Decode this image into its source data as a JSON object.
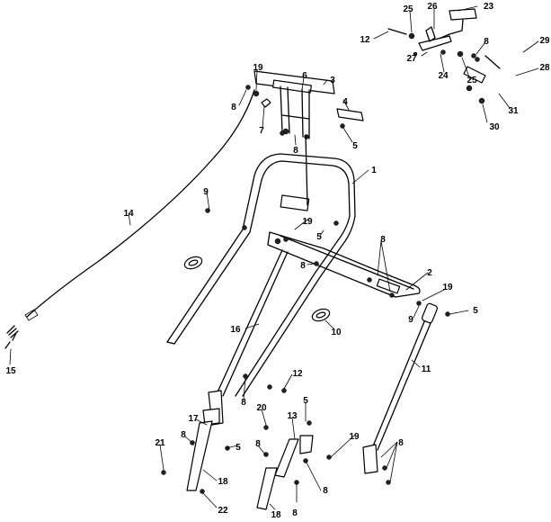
{
  "diagram": {
    "callouts": [
      {
        "id": "c23",
        "text": "23"
      },
      {
        "id": "c26a",
        "text": "26"
      },
      {
        "id": "c25a",
        "text": "25"
      },
      {
        "id": "c12a",
        "text": "12"
      },
      {
        "id": "c8a",
        "text": "8"
      },
      {
        "id": "c29",
        "text": "29"
      },
      {
        "id": "c28",
        "text": "28"
      },
      {
        "id": "c27",
        "text": "27"
      },
      {
        "id": "c24",
        "text": "24"
      },
      {
        "id": "c25b",
        "text": "25"
      },
      {
        "id": "c31",
        "text": "31"
      },
      {
        "id": "c30",
        "text": "30"
      },
      {
        "id": "c19a",
        "text": "19"
      },
      {
        "id": "c6",
        "text": "6"
      },
      {
        "id": "c3",
        "text": "3"
      },
      {
        "id": "c4",
        "text": "4"
      },
      {
        "id": "c8b",
        "text": "8"
      },
      {
        "id": "c7",
        "text": "7"
      },
      {
        "id": "c8c",
        "text": "8"
      },
      {
        "id": "c5a",
        "text": "5"
      },
      {
        "id": "c1",
        "text": "1"
      },
      {
        "id": "c9a",
        "text": "9"
      },
      {
        "id": "c14",
        "text": "14"
      },
      {
        "id": "c19b",
        "text": "19"
      },
      {
        "id": "c5b",
        "text": "5"
      },
      {
        "id": "c8d",
        "text": "8"
      },
      {
        "id": "c8e",
        "text": "8"
      },
      {
        "id": "c2",
        "text": "2"
      },
      {
        "id": "c19c",
        "text": "19"
      },
      {
        "id": "c9b",
        "text": "9"
      },
      {
        "id": "c5c",
        "text": "5"
      },
      {
        "id": "c16",
        "text": "16"
      },
      {
        "id": "c10",
        "text": "10"
      },
      {
        "id": "c11",
        "text": "11"
      },
      {
        "id": "c15",
        "text": "15"
      },
      {
        "id": "c12b",
        "text": "12"
      },
      {
        "id": "c8f",
        "text": "8"
      },
      {
        "id": "c5d",
        "text": "5"
      },
      {
        "id": "c20",
        "text": "20"
      },
      {
        "id": "c13",
        "text": "13"
      },
      {
        "id": "c17",
        "text": "17"
      },
      {
        "id": "c8g",
        "text": "8"
      },
      {
        "id": "c5e",
        "text": "5"
      },
      {
        "id": "c19d",
        "text": "19"
      },
      {
        "id": "c8h",
        "text": "8"
      },
      {
        "id": "c21",
        "text": "21"
      },
      {
        "id": "c18a",
        "text": "18"
      },
      {
        "id": "c8i",
        "text": "8"
      },
      {
        "id": "c8j",
        "text": "8"
      },
      {
        "id": "c22",
        "text": "22"
      },
      {
        "id": "c18b",
        "text": "18"
      },
      {
        "id": "c8k",
        "text": "8"
      }
    ]
  }
}
